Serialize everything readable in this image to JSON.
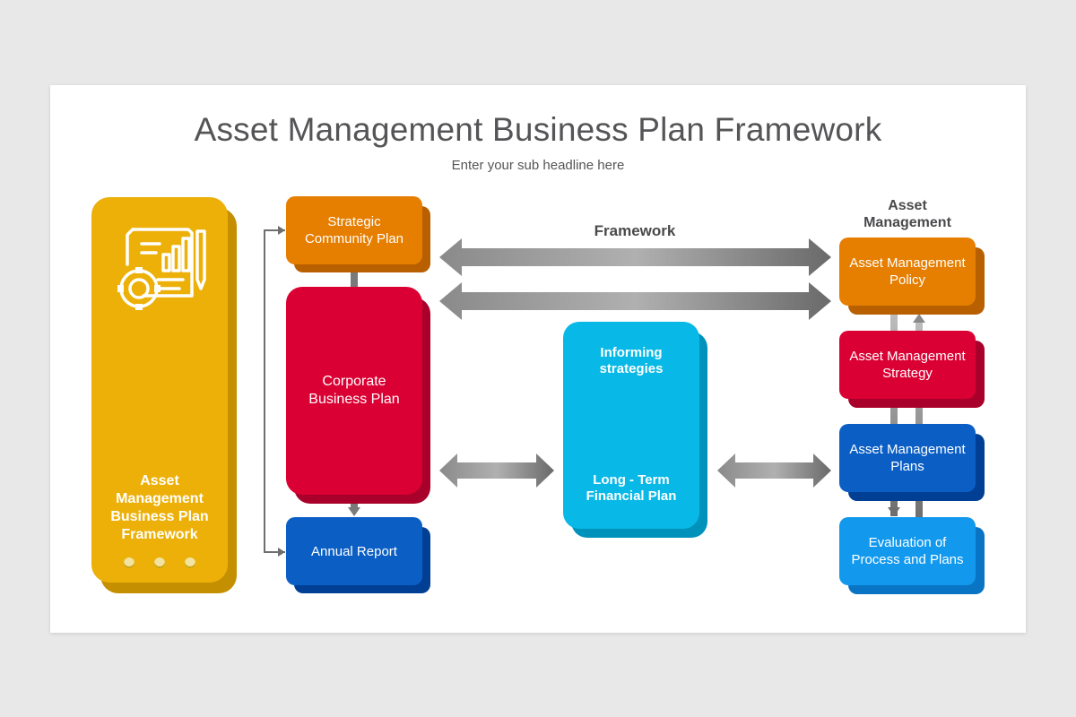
{
  "header": {
    "title": "Asset Management Business Plan Framework",
    "subtitle": "Enter your sub headline here"
  },
  "left_panel": {
    "label": "Asset Management Business Plan Framework",
    "icon": "business-plan-gear-chart-icon",
    "color": "#ecb008"
  },
  "middle_column": {
    "strategic": "Strategic Community Plan",
    "corporate": "Corporate Business Plan",
    "annual": "Annual Report"
  },
  "framework_label": "Framework",
  "center_box": {
    "top": "Informing strategies",
    "bottom": "Long - Term Financial Plan"
  },
  "right_column": {
    "heading": "Asset Management",
    "policy": "Asset Management Policy",
    "strategy": "Asset Management Strategy",
    "plans": "Asset Management Plans",
    "evaluation": "Evaluation of Process and Plans"
  },
  "colors": {
    "orange": "#e67e00",
    "red": "#db0033",
    "dark_blue": "#0b5fc4",
    "light_blue": "#08b8e6",
    "sky_blue": "#1299ee",
    "yellow": "#ecb008",
    "arrow_gray": "#7a7a7a"
  }
}
